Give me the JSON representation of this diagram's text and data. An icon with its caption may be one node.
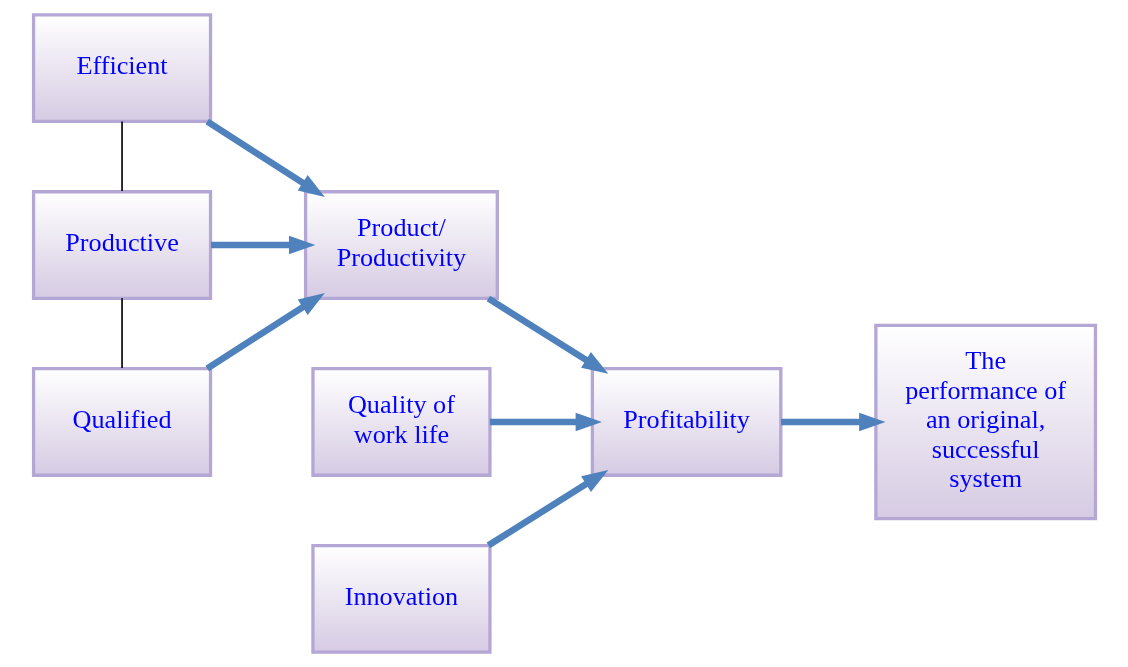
{
  "diagram": {
    "nodes": [
      {
        "text": [
          "Efficient"
        ]
      },
      {
        "text": [
          "Productive"
        ]
      },
      {
        "text": [
          "Qualified"
        ]
      },
      {
        "text": [
          "Product/ Productivity"
        ]
      },
      {
        "text": [
          "Quality of work life"
        ]
      },
      {
        "text": [
          "Profitability"
        ]
      },
      {
        "text": [
          "Innovation"
        ]
      },
      {
        "text": [
          "The performance of an original, successful system"
        ]
      }
    ],
    "edges": [
      {
        "from": 0,
        "to": 1,
        "arrow": "none",
        "color": "#000000"
      },
      {
        "from": 1,
        "to": 2,
        "arrow": "none",
        "color": "#000000"
      },
      {
        "from": 0,
        "to": 3,
        "arrow": "to"
      },
      {
        "from": 1,
        "to": 3,
        "arrow": "to"
      },
      {
        "from": 2,
        "to": 3,
        "arrow": "to"
      },
      {
        "from": 3,
        "to": 5,
        "arrow": "to"
      },
      {
        "from": 4,
        "to": 5,
        "arrow": "to"
      },
      {
        "from": 6,
        "to": 5,
        "arrow": "to"
      },
      {
        "from": 5,
        "to": 7,
        "arrow": "to"
      }
    ]
  }
}
